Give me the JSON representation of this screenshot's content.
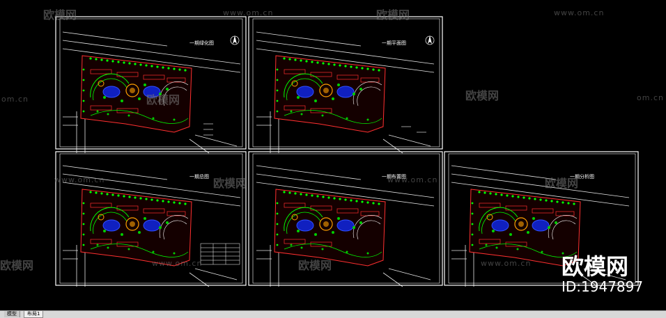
{
  "sheets": [
    {
      "title": "一期绿化图"
    },
    {
      "title": "一期平面图"
    },
    {
      "title": "一期总图"
    },
    {
      "title": "一期布置图"
    },
    {
      "title": "一期分析图"
    }
  ],
  "watermark": {
    "cn": "欧模网",
    "url": "www.om.cn",
    "url_short": "om.cn",
    "big_cn": "欧模网",
    "id": "ID:1947897"
  },
  "tabs": {
    "model": "模型",
    "layout1": "布局1"
  },
  "colors": {
    "background": "#000000",
    "frame": "#ffffff",
    "road": "#ffffff",
    "plant": "#00ff00",
    "water": "#2040ff",
    "building": "#ff3030",
    "plaza": "#ffa000"
  }
}
